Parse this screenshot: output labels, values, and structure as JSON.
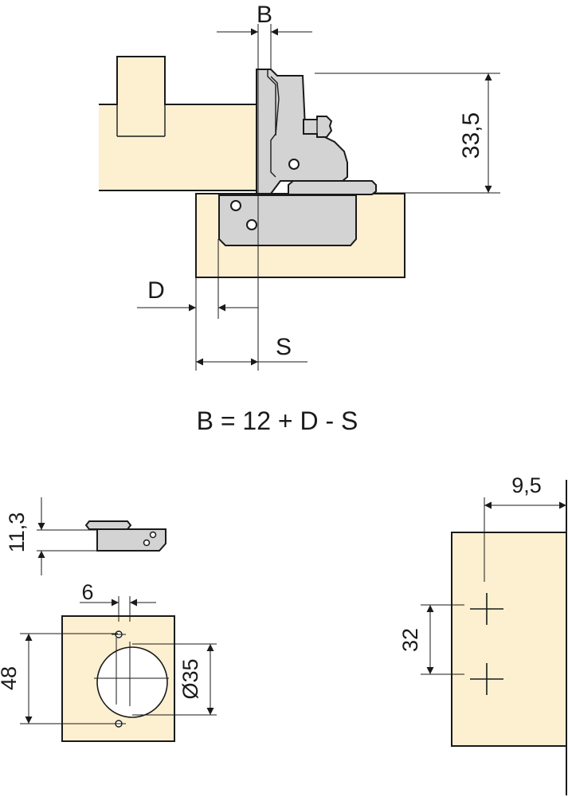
{
  "labels": {
    "b": "B",
    "d": "D",
    "s": "S",
    "height_33_5": "33,5",
    "formula": "B = 12 + D - S",
    "plate_height": "11,3",
    "offset_6": "6",
    "depth_48": "48",
    "cup_diameter": "Ø35",
    "edge_9_5": "9,5",
    "spacing_32": "32"
  },
  "colors": {
    "wood": "#fdf0d0",
    "metal": "#d3d3d3",
    "line": "#1a1a1a"
  }
}
